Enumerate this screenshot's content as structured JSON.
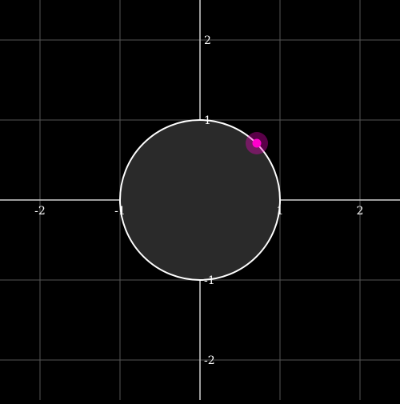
{
  "graph": {
    "x_range": [
      -2.5,
      2.5
    ],
    "y_range": [
      -2.5,
      2.5
    ],
    "grid": true,
    "grid_step": 1,
    "x_tick_labels": [
      {
        "value": -2,
        "label": "-2"
      },
      {
        "value": -1,
        "label": "-1"
      },
      {
        "value": 1,
        "label": "1"
      },
      {
        "value": 2,
        "label": "2"
      }
    ],
    "y_tick_labels": [
      {
        "value": 2,
        "label": "2"
      },
      {
        "value": 1,
        "label": "1"
      },
      {
        "value": -1,
        "label": "-1"
      },
      {
        "value": -2,
        "label": "-2"
      }
    ],
    "shape": {
      "type": "circle",
      "center": [
        0,
        0
      ],
      "radius": 1,
      "fill_color": "#2a2a2a",
      "stroke_color": "#ffffff"
    },
    "handle_point": {
      "x": 0.71,
      "y": 0.71,
      "color": "#ff00cc"
    },
    "colors": {
      "background": "#000000",
      "grid": "#555555",
      "axes": "#cfcfcf",
      "labels": "#ffffff"
    }
  }
}
